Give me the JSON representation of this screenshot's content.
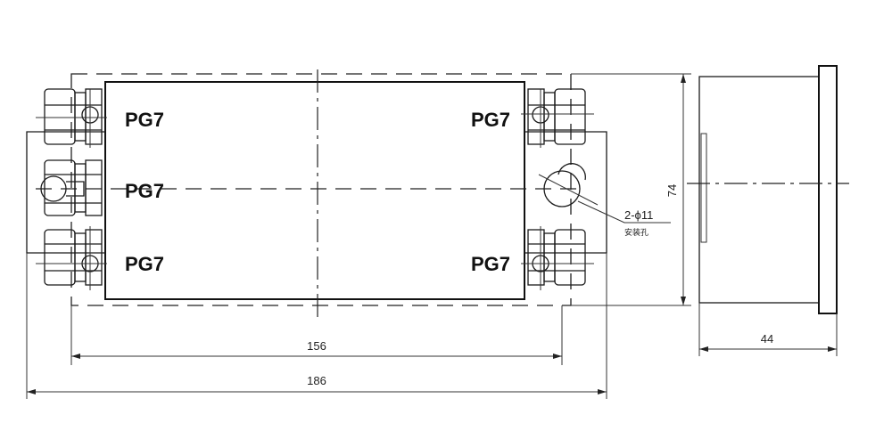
{
  "labels": {
    "pg_top_left": "PG7",
    "pg_mid_left": "PG7",
    "pg_bot_left": "PG7",
    "pg_top_right": "PG7",
    "pg_bot_right": "PG7"
  },
  "dimensions": {
    "inner_width": "156",
    "outer_width": "186",
    "height": "74",
    "depth": "44"
  },
  "callout": {
    "hole_spec": "2-ϕ11",
    "hole_note": "安装孔"
  }
}
